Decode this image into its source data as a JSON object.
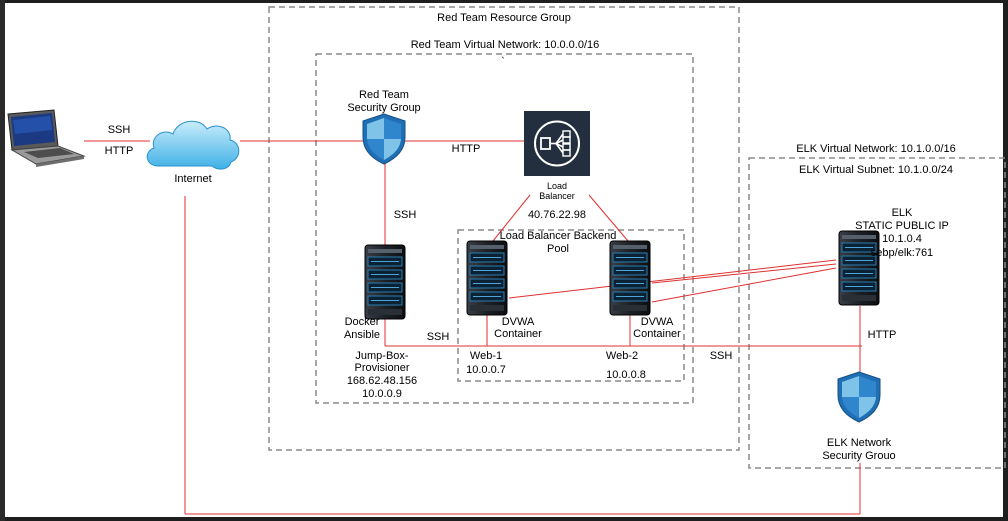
{
  "groups": {
    "resource_group": "Red Team Resource Group",
    "red_vnet": "Red Team Virtual Network: 10.0.0.0/16",
    "red_vnet_mark": "`",
    "backend_pool_1": "Load Balancer Backend",
    "backend_pool_2": "Pool",
    "elk_vnet": "ELK Virtual Network: 10.1.0.0/16",
    "elk_subnet": "ELK Virtual Subnet: 10.1.0.0/24"
  },
  "client": {
    "ssh": "SSH",
    "http": "HTTP"
  },
  "internet": {
    "label": "Internet"
  },
  "red_nsg": {
    "line1": "Red Team",
    "line2": "Security Group"
  },
  "load_balancer": {
    "line1": "Load",
    "line2": "Balancer",
    "ip": "40.76.22.98"
  },
  "jumpbox": {
    "line1": "Docker",
    "line2": "Ansible",
    "name1": "Jump-Box-",
    "name2": "Provisioner",
    "public_ip": "168.62.48.156",
    "private_ip": "10.0.0.9"
  },
  "web1": {
    "line1": "DVWA",
    "line2": "Container",
    "name": "Web-1",
    "ip": "10.0.0.7"
  },
  "web2": {
    "line1": "DVWA",
    "line2": "Container",
    "name": "Web-2",
    "ip": "10.0.0.8"
  },
  "elk": {
    "line1": "ELK",
    "line2": "STATIC PUBLIC IP",
    "ip": "10.1.0.4",
    "image": "sebp/elk:761"
  },
  "elk_nsg": {
    "line1": "ELK Network",
    "line2": "Security Grouo"
  },
  "links": {
    "nsg_lb_http": "HTTP",
    "nsg_jump_ssh": "SSH",
    "jump_web_ssh": "SSH",
    "elk_ssh": "SSH",
    "elk_http": "HTTP"
  },
  "colors": {
    "line": "#e03030",
    "dash": "#8a8a8a",
    "shield_dark": "#1f6fb5",
    "shield_light": "#7fc3e8",
    "lb": "#232f3e"
  }
}
